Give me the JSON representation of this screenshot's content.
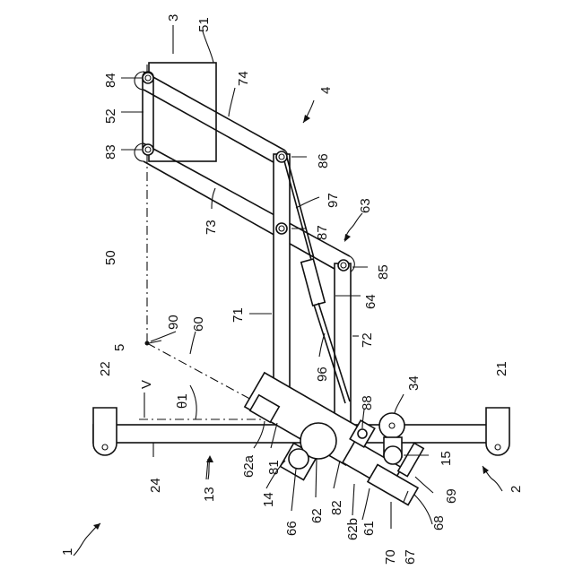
{
  "labels": {
    "l1": "1",
    "l2": "2",
    "l3": "3",
    "l4": "4",
    "l5": "5",
    "l13": "13",
    "l14": "14",
    "l15": "15",
    "l21": "21",
    "l22": "22",
    "l24": "24",
    "l34": "34",
    "l50": "50",
    "l51": "51",
    "l52": "52",
    "l60": "60",
    "l61": "61",
    "l62": "62",
    "l62a": "62a",
    "l62b": "62b",
    "l63": "63",
    "l64": "64",
    "l66": "66",
    "l67": "67",
    "l68": "68",
    "l69": "69",
    "l70": "70",
    "l71": "71",
    "l72": "72",
    "l73": "73",
    "l74": "74",
    "l81": "81",
    "l82": "82",
    "l83": "83",
    "l84": "84",
    "l85": "85",
    "l86": "86",
    "l87": "87",
    "l88": "88",
    "l90": "90",
    "l96": "96",
    "l97": "97",
    "lV": "V",
    "ltheta": "θ1"
  }
}
